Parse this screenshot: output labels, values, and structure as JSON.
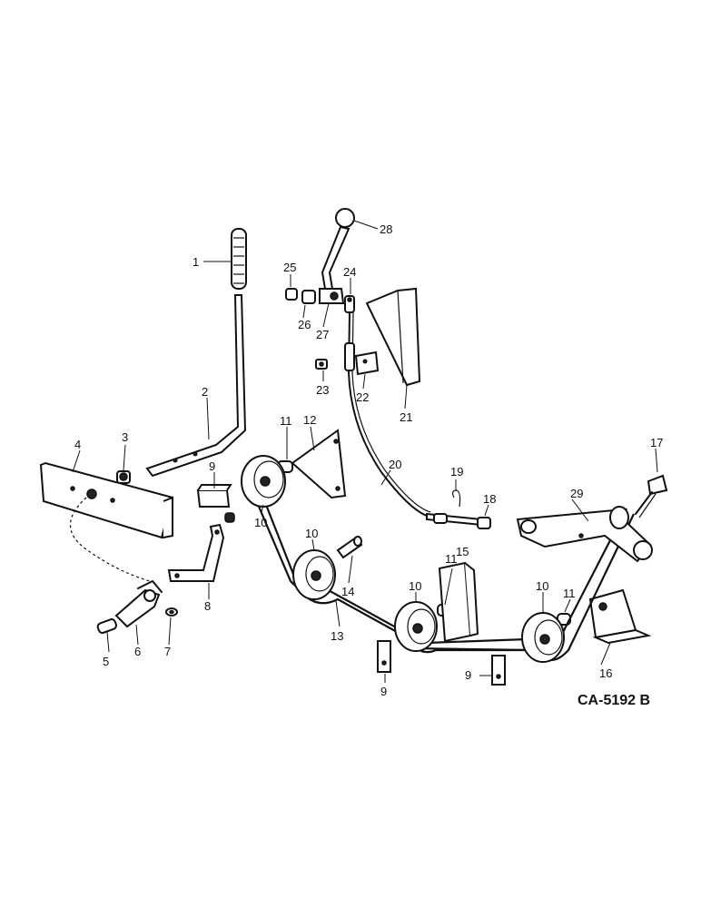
{
  "figure_code": "CA-5192 B",
  "callouts": {
    "c1": "1",
    "c2": "2",
    "c3": "3",
    "c4": "4",
    "c5": "5",
    "c6": "6",
    "c7": "7",
    "c8": "8",
    "c9a": "9",
    "c9b": "9",
    "c9c": "9",
    "c10a": "10",
    "c10b": "10",
    "c10c": "10",
    "c10d": "10",
    "c11a": "11",
    "c11b": "11",
    "c11c": "11",
    "c12": "12",
    "c13": "13",
    "c14": "14",
    "c15": "15",
    "c16": "16",
    "c17": "17",
    "c18": "18",
    "c19": "19",
    "c20": "20",
    "c21": "21",
    "c22": "22",
    "c23": "23",
    "c24": "24",
    "c25": "25",
    "c26": "26",
    "c27": "27",
    "c28": "28",
    "c29": "29"
  }
}
